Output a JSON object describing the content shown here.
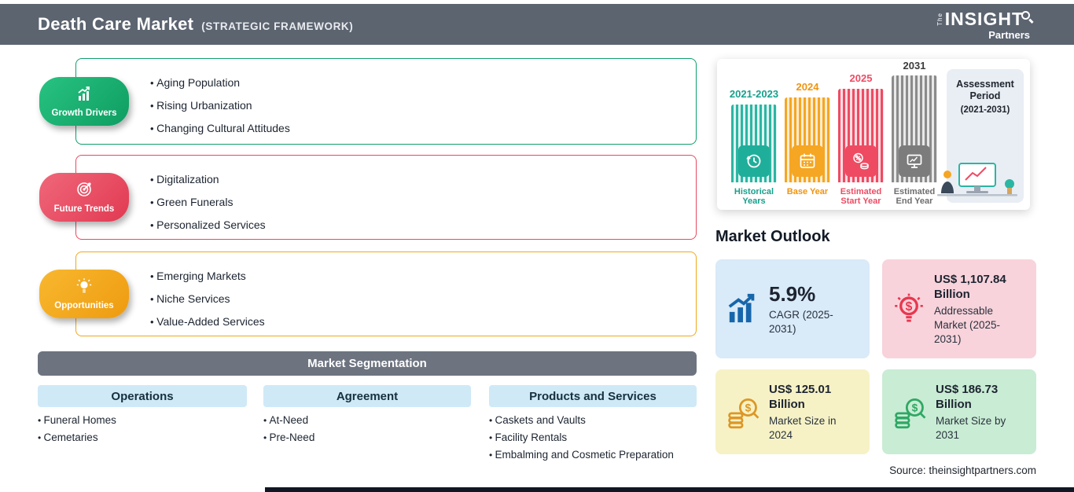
{
  "header": {
    "title": "Death Care Market",
    "subtitle": "(STRATEGIC FRAMEWORK)",
    "logo": {
      "the": "The",
      "insight": "INSIGHT",
      "partners": "Partners"
    }
  },
  "framework": [
    {
      "label": "Growth Drivers",
      "icon": "bar-chart-growth-icon",
      "items": [
        "Aging Population",
        "Rising Urbanization",
        "Changing Cultural Attitudes"
      ]
    },
    {
      "label": "Future Trends",
      "icon": "target-icon",
      "items": [
        "Digitalization",
        "Green Funerals",
        "Personalized Services"
      ]
    },
    {
      "label": "Opportunities",
      "icon": "lightbulb-icon",
      "items": [
        "Emerging Markets",
        "Niche Services",
        "Value-Added Services"
      ]
    }
  ],
  "segmentation": {
    "title": "Market Segmentation",
    "columns": [
      {
        "header": "Operations",
        "items": [
          "Funeral Homes",
          "Cemetaries"
        ]
      },
      {
        "header": "Agreement",
        "items": [
          "At-Need",
          "Pre-Need"
        ]
      },
      {
        "header": "Products and Services",
        "items": [
          "Caskets and Vaults",
          "Facility Rentals",
          "Embalming and Cosmetic Preparation"
        ]
      }
    ]
  },
  "timeline": {
    "bars": [
      {
        "year": "2021-2023",
        "label": "Historical Years",
        "icon": "history-icon",
        "color": "#1fae9a"
      },
      {
        "year": "2024",
        "label": "Base Year",
        "icon": "calendar-icon",
        "color": "#f5a623"
      },
      {
        "year": "2025",
        "label": "Estimated Start Year",
        "icon": "percent-coins-icon",
        "color": "#ee4b63"
      },
      {
        "year": "2031",
        "label": "Estimated End Year",
        "icon": "monitor-chart-icon",
        "color": "#7c7c7c"
      }
    ],
    "assessment": {
      "title": "Assessment Period",
      "range": "(2021-2031)"
    }
  },
  "outlook": {
    "title": "Market Outlook",
    "cards": [
      {
        "value": "5.9%",
        "label": "CAGR (2025-2031)",
        "icon": "growth-chart-icon",
        "bg": "#d9eaf8"
      },
      {
        "value": "US$ 1,107.84 Billion",
        "label": "Addressable Market (2025-2031)",
        "icon": "bulb-dollar-icon",
        "bg": "#f8d3db"
      },
      {
        "value": "US$ 125.01 Billion",
        "label": "Market Size in 2024",
        "icon": "coins-magnifier-icon",
        "bg": "#f6f2c6"
      },
      {
        "value": "US$ 186.73 Billion",
        "label": "Market Size by 2031",
        "icon": "coins-magnifier-icon",
        "bg": "#c9ecd4"
      }
    ]
  },
  "source": "Source: theinsightpartners.com",
  "palette": {
    "header_bg": "#5c6470",
    "green": "#14b371",
    "red": "#e8495f",
    "orange": "#f5a623",
    "teal": "#1fae9a",
    "seg_bar": "#6d7480",
    "col_header": "#cfe9f7",
    "card_blue": "#d9eaf8",
    "card_pink": "#f8d3db",
    "card_yellow": "#f6f2c6",
    "card_green": "#c9ecd4"
  }
}
